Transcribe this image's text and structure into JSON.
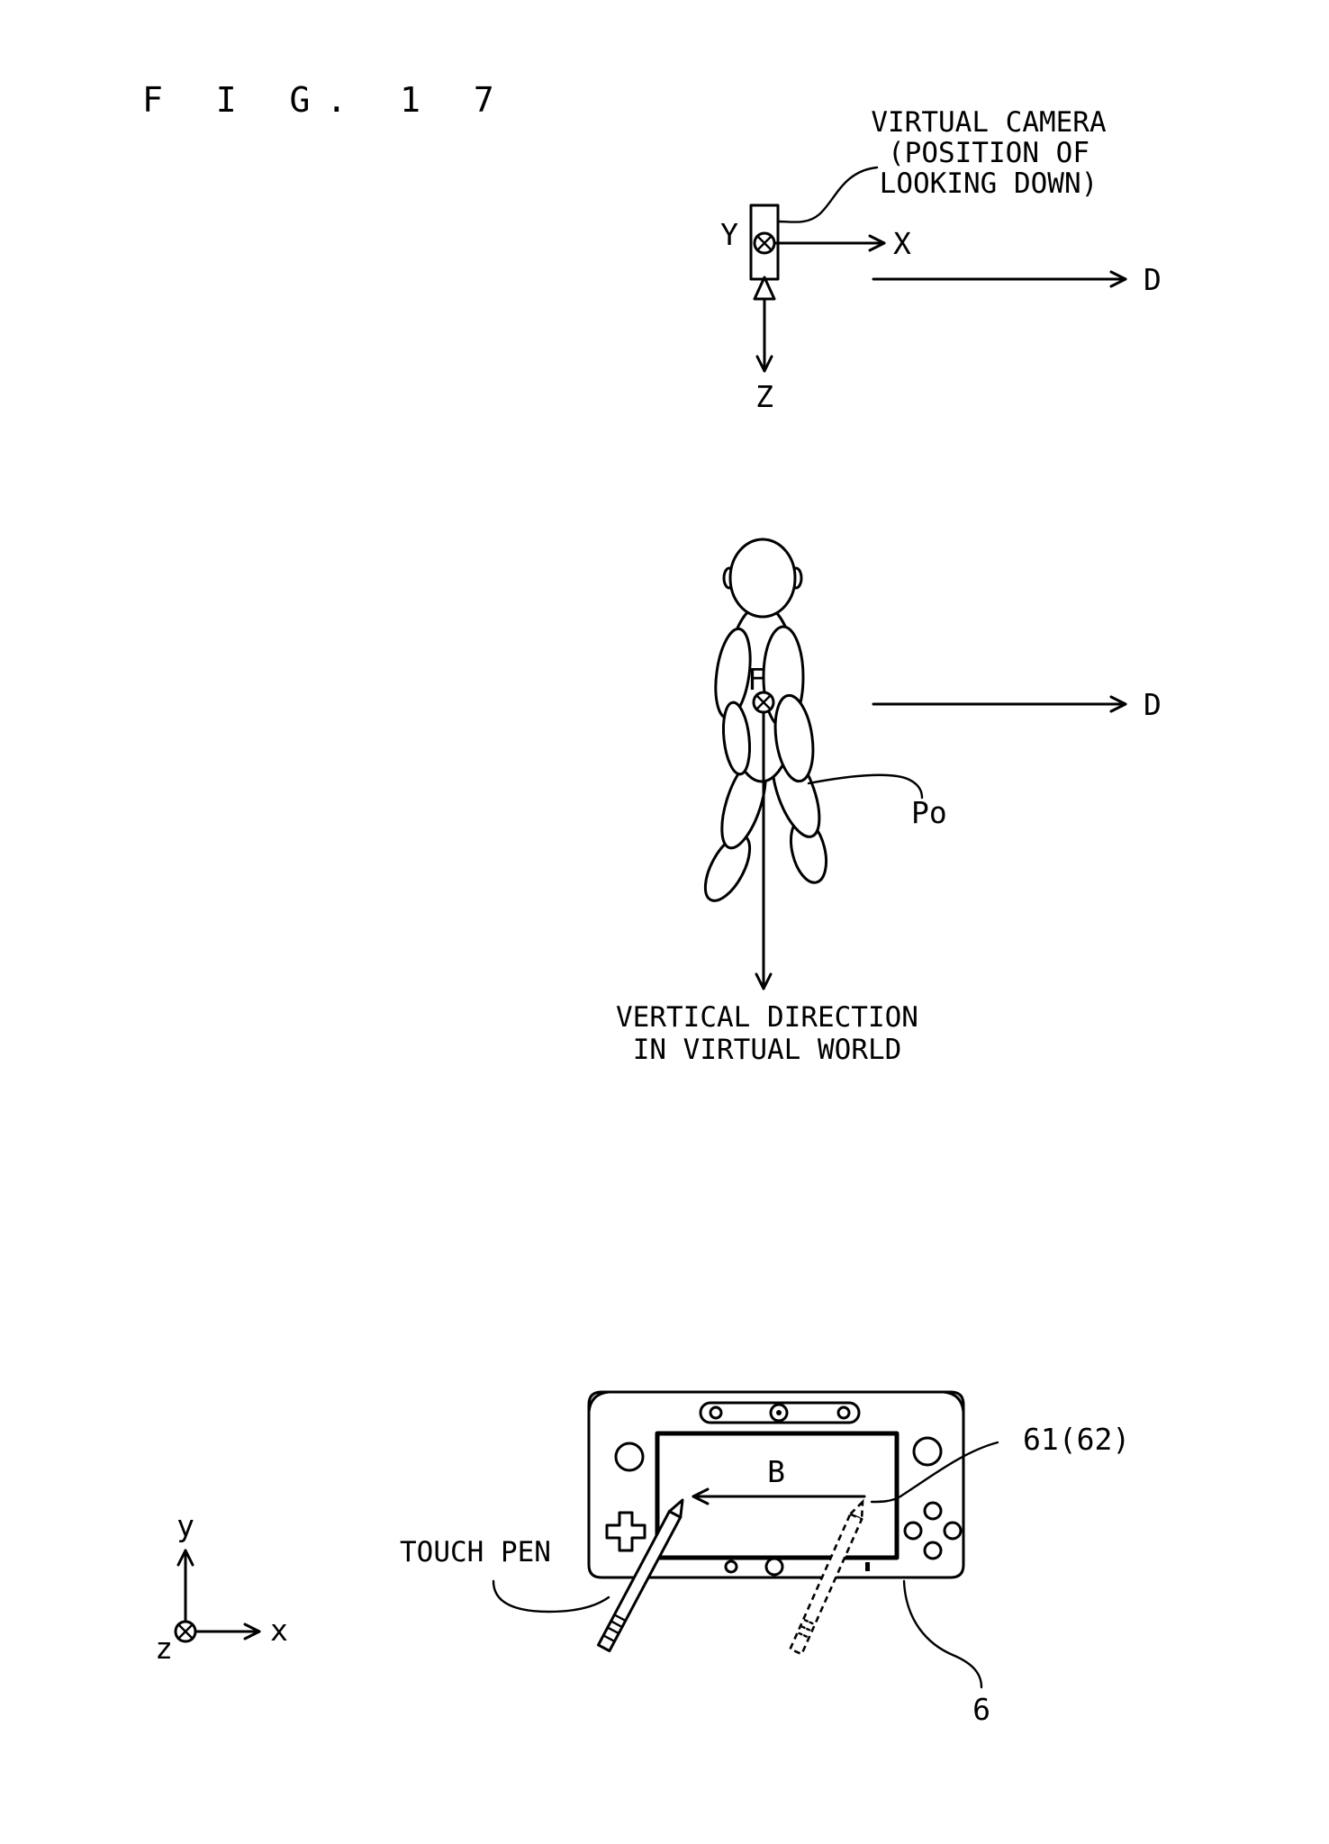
{
  "figure": {
    "title": "F I G. 1 7"
  },
  "top": {
    "camera_label": [
      "VIRTUAL CAMERA",
      "(POSITION OF",
      "LOOKING DOWN)"
    ],
    "axis_x": "X",
    "axis_y": "Y",
    "axis_z": "Z",
    "direction": "D"
  },
  "middle": {
    "point_label": "F",
    "player_label": "Po",
    "direction": "D",
    "vertical_caption": [
      "VERTICAL DIRECTION",
      "IN VIRTUAL WORLD"
    ]
  },
  "bottom": {
    "axis_x": "x",
    "axis_y": "y",
    "axis_z": "z",
    "pen_label": "TOUCH PEN",
    "screen_label": "61(62)",
    "slide_label": "B",
    "device_label": "6"
  }
}
